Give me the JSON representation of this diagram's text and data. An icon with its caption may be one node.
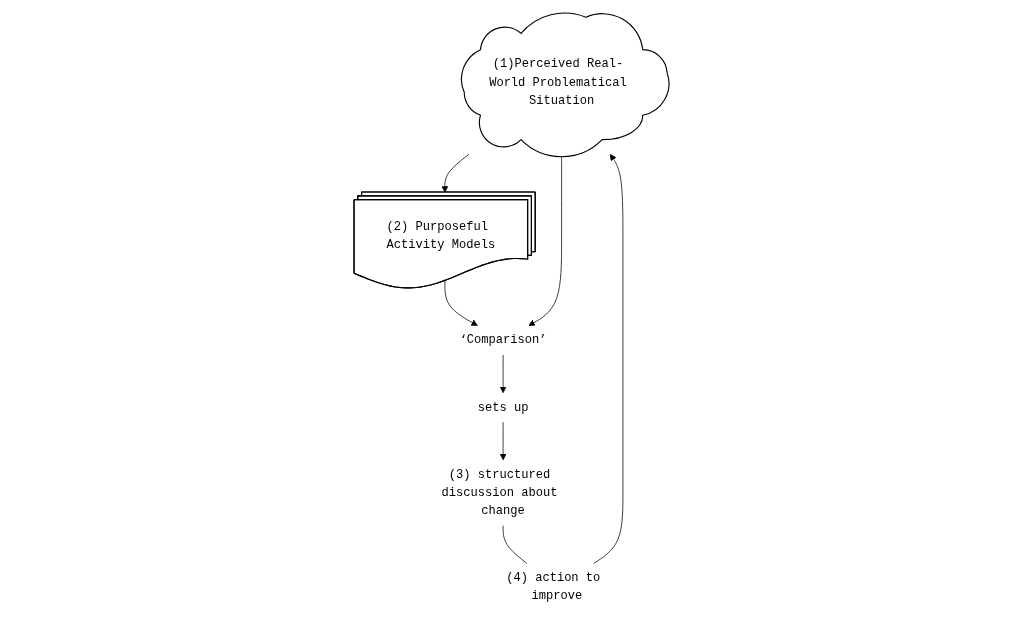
{
  "diagram": {
    "nodes": [
      {
        "text": [
          "(1)Perceived Real- World Problematical Situation"
        ]
      },
      {
        "text": [
          "(2) Purposeful Activity Models"
        ]
      },
      {
        "text": [
          "‘Comparison’"
        ]
      },
      {
        "text": [
          "sets up"
        ]
      },
      {
        "text": [
          "(3) structured discussion about change"
        ]
      },
      {
        "text": [
          "(4) action to improve"
        ]
      }
    ],
    "edges": [
      {
        "from": 0,
        "to": 1,
        "arrow": "to"
      },
      {
        "from": 1,
        "to": 2,
        "arrow": "to"
      },
      {
        "from": 0,
        "to": 2,
        "arrow": "to"
      },
      {
        "from": 2,
        "to": 3,
        "arrow": "to"
      },
      {
        "from": 3,
        "to": 4,
        "arrow": "to"
      },
      {
        "from": 4,
        "to": 5,
        "arrow": "none"
      },
      {
        "from": 5,
        "to": 0,
        "arrow": "to"
      }
    ]
  }
}
